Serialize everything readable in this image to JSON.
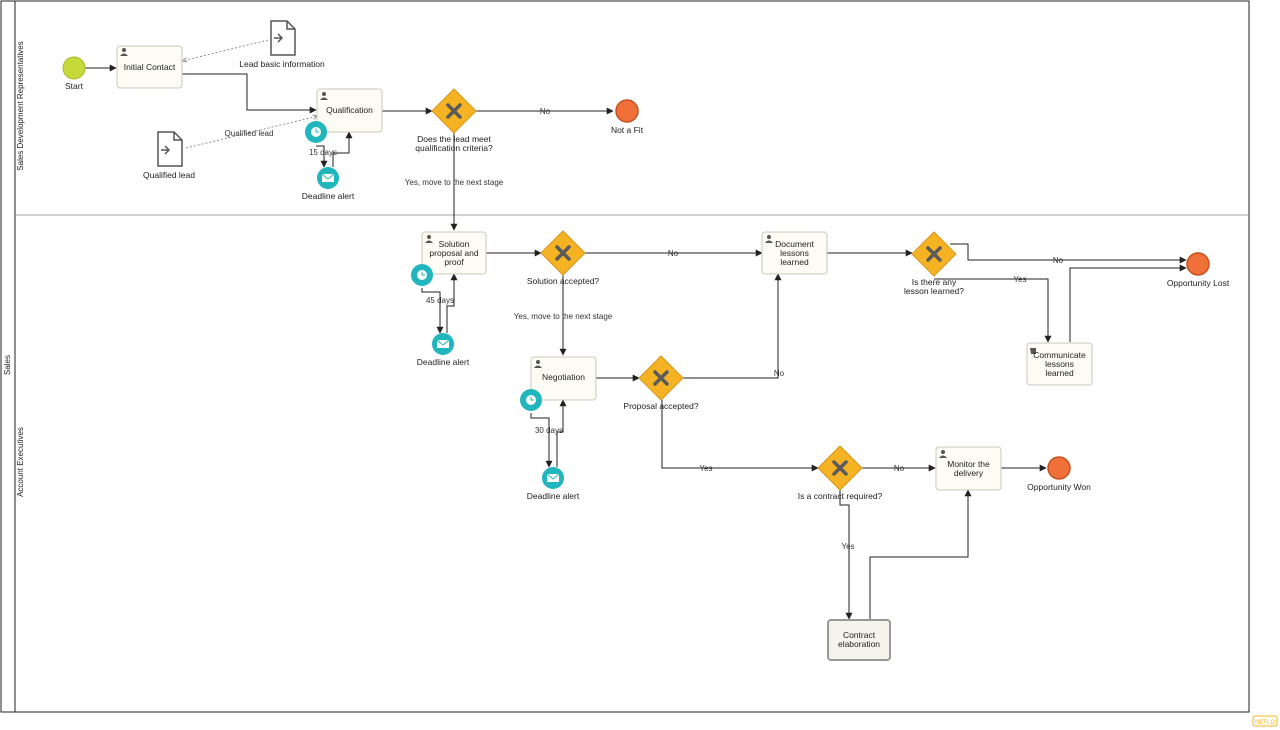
{
  "pool": {
    "label": "Sales"
  },
  "lanes": [
    {
      "label": "Sales Development Representatives"
    },
    {
      "label": "Account Executives"
    }
  ],
  "events": {
    "start": "Start",
    "not_fit": "Not a Fit",
    "opp_lost": "Opportunity Lost",
    "opp_won": "Opportunity Won"
  },
  "tasks": {
    "initial_contact": [
      "Initial Contact"
    ],
    "qualification": [
      "Qualification"
    ],
    "solution": [
      "Solution",
      "proposal and",
      "proof"
    ],
    "document": [
      "Document",
      "lessons",
      "learned"
    ],
    "communicate": [
      "Communicate",
      "lessons",
      "learned"
    ],
    "negotiation": [
      "Negotiation"
    ],
    "monitor": [
      "Monitor the",
      "delivery"
    ],
    "contract": [
      "Contract",
      "elaboration"
    ]
  },
  "gateways": {
    "qualify": [
      "Does the lead meet",
      "qualification criteria?"
    ],
    "solution_accepted": [
      "Solution accepted?"
    ],
    "lessons": [
      "Is there any",
      "lesson learned?"
    ],
    "proposal_accepted": [
      "Proposal accepted?"
    ],
    "contract_required": [
      "Is a contract required?"
    ]
  },
  "data_objects": {
    "lead_info": "Lead basic information",
    "qualified_lead": "Qualified lead"
  },
  "timers": {
    "t1": "15 days",
    "t2": "45 days",
    "t3": "30 days"
  },
  "alerts": {
    "a1": "Deadline alert",
    "a2": "Deadline alert",
    "a3": "Deadline alert"
  },
  "flow_labels": {
    "no1": "No",
    "yes1": "Yes, move to the next stage",
    "no2": "No",
    "yes2": "Yes, move to the next stage",
    "no3": "No",
    "yes3": "Yes",
    "no4": "No",
    "yes4": "Yes",
    "no5": "No",
    "yes5": "Yes",
    "qualified_lead_assoc": "Qualified lead"
  },
  "watermark": "NEFLO",
  "colors": {
    "start": "#c5d93b",
    "end": "#f0703a",
    "gateway": "#f5b324",
    "teal": "#21b6bd",
    "task_fill": "#fcfcf4"
  }
}
